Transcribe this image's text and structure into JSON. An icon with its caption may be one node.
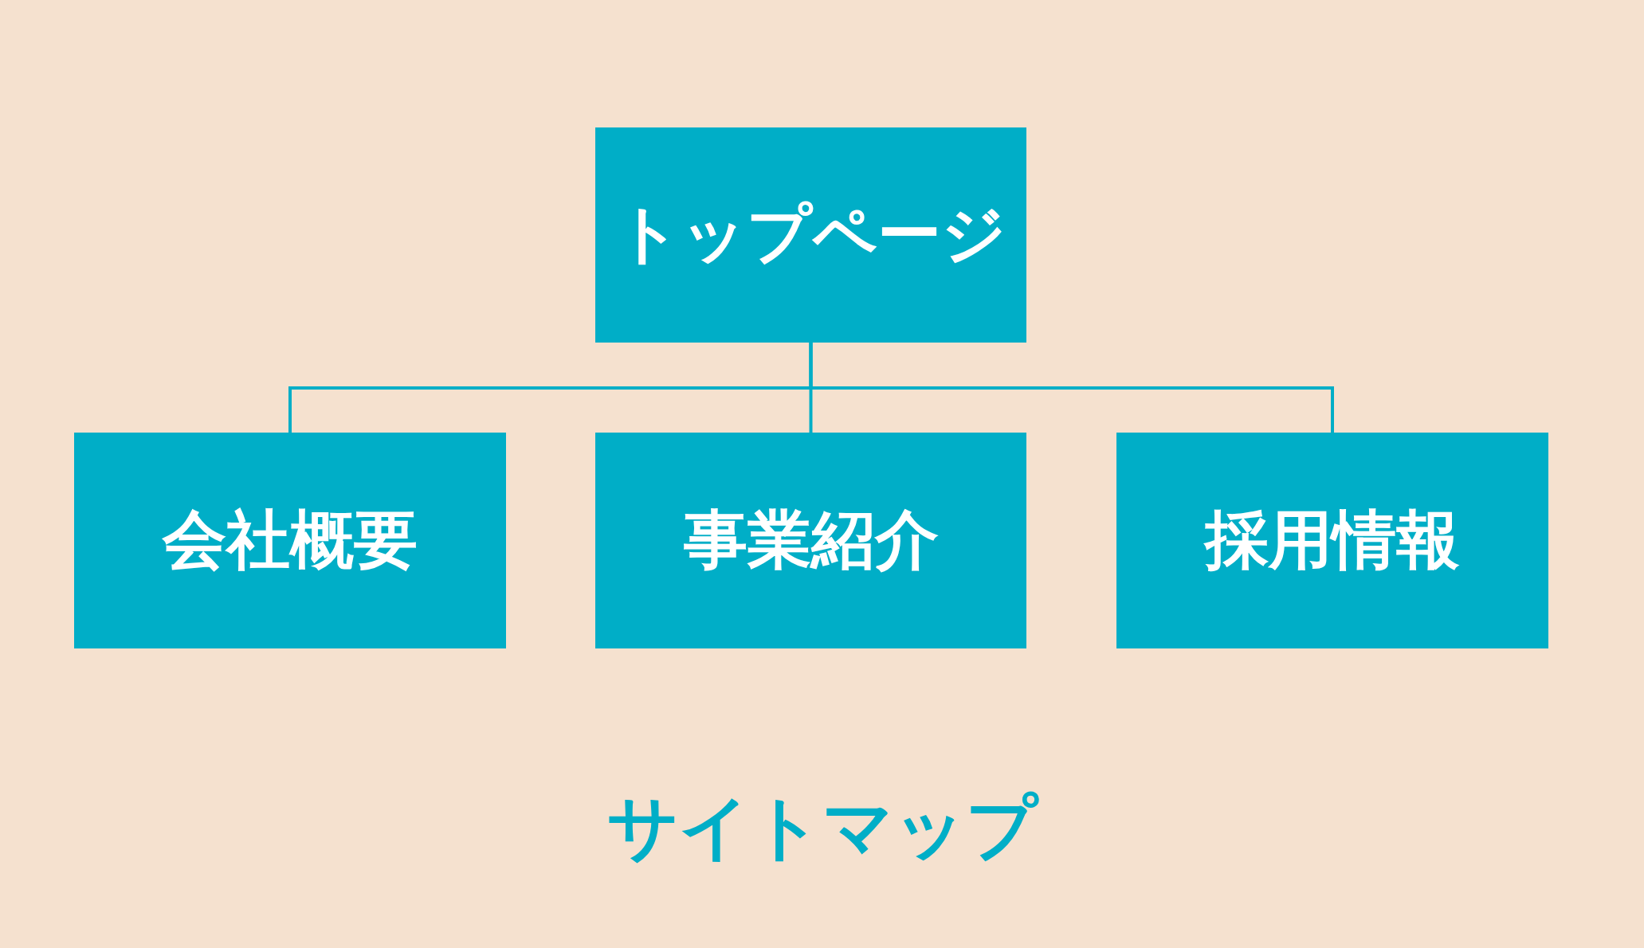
{
  "diagram": {
    "title": "サイトマップ",
    "nodes": [
      {
        "text": [
          "トップページ"
        ]
      },
      {
        "text": [
          "会社概要"
        ]
      },
      {
        "text": [
          "事業紹介"
        ]
      },
      {
        "text": [
          "採用情報"
        ]
      }
    ],
    "edges": [
      {
        "from": 0,
        "to": 1,
        "arrow": "none"
      },
      {
        "from": 0,
        "to": 2,
        "arrow": "none"
      },
      {
        "from": 0,
        "to": 3,
        "arrow": "none"
      }
    ]
  }
}
